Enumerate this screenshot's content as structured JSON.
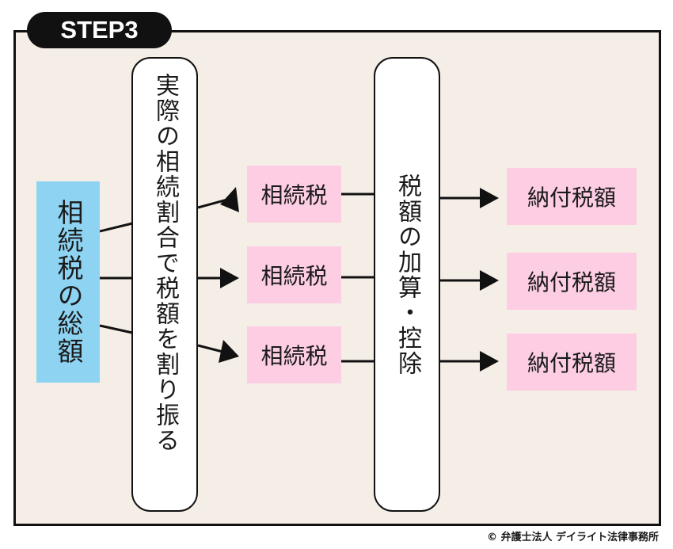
{
  "step_label": "STEP3",
  "total_label": "相続税の総額",
  "allocate_label": "実際の相続割合で税額を割り振る",
  "tax_boxes": [
    "相続税",
    "相続税",
    "相続税"
  ],
  "adjust_label": "税額の加算・控除",
  "payment_boxes": [
    "納付税額",
    "納付税額",
    "納付税額"
  ],
  "credit": "© 弁護士法人 デイライト法律事務所",
  "colors": {
    "blue_box": "#8ed3f2",
    "pink_box": "#fdcde3",
    "frame_bg": "#f5eee6"
  }
}
